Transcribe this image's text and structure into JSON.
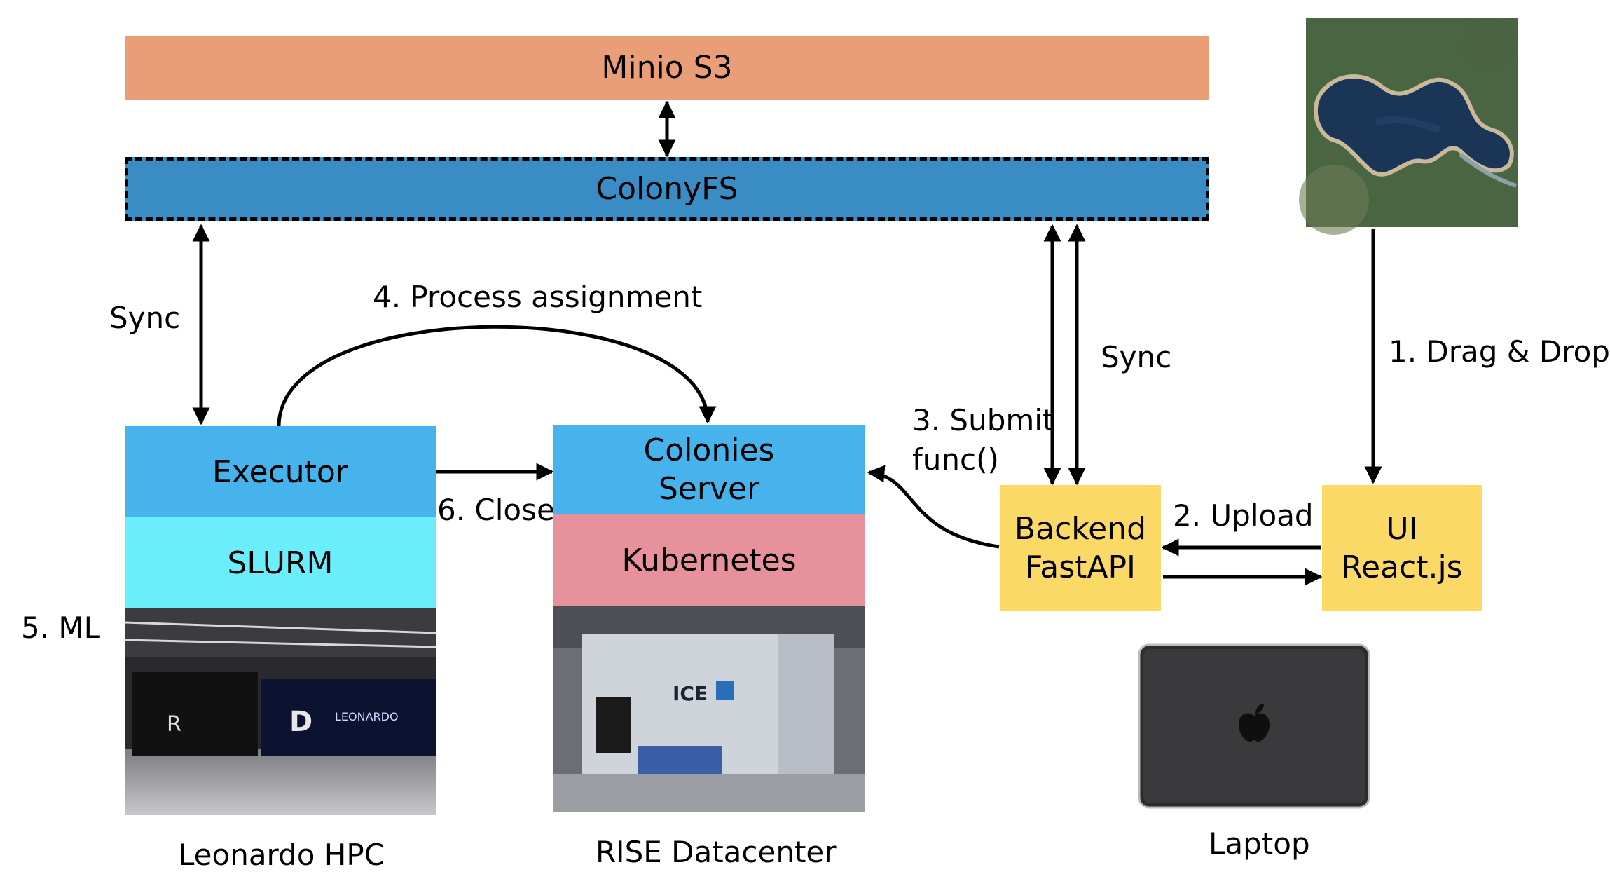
{
  "storage": {
    "minio": "Minio S3",
    "colonyfs": "ColonyFS"
  },
  "hpc": {
    "executor": "Executor",
    "slurm": "SLURM",
    "caption": "Leonardo HPC",
    "step_ml": "5. ML"
  },
  "datacenter": {
    "colonies_line1": "Colonies",
    "colonies_line2": "Server",
    "kubernetes": "Kubernetes",
    "caption": "RISE Datacenter"
  },
  "backend": {
    "line1": "Backend",
    "line2": "FastAPI"
  },
  "ui": {
    "line1": "UI",
    "line2": "React.js"
  },
  "laptop": {
    "caption": "Laptop"
  },
  "edges": {
    "sync_left": "Sync",
    "sync_right": "Sync",
    "process_assignment": "4. Process assignment",
    "close": "6. Close",
    "submit_line1": "3. Submit",
    "submit_line2": "func()",
    "upload": "2. Upload",
    "drag_drop": "1. Drag & Drop"
  },
  "colors": {
    "minio": "#EA9E78",
    "colonyfs": "#3A8DC4",
    "executor": "#46B3EC",
    "slurm": "#6AEEFB",
    "colonies": "#46B3EC",
    "kubernetes": "#E6919B",
    "yellow": "#FBD966"
  }
}
